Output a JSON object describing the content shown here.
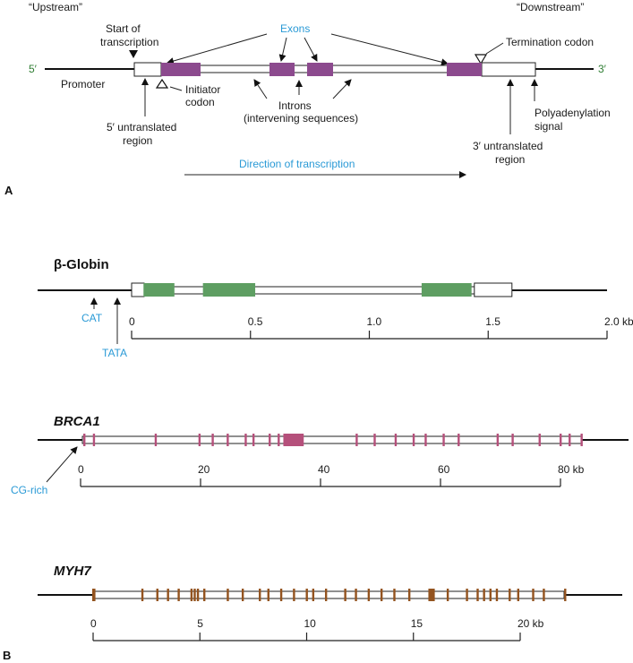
{
  "colors": {
    "exon_purple": "#8c4a8e",
    "globin_green": "#5e9e62",
    "brca1_pink": "#b5507b",
    "myh7_brown": "#93531f",
    "label_blue": "#2a9ad6",
    "end_green": "#2e7d32"
  },
  "panel_a": {
    "upstream": "“Upstream”",
    "downstream": "“Downstream”",
    "start_of_transcription_1": "Start of",
    "start_of_transcription_2": "transcription",
    "exons": "Exons",
    "termination_codon": "Termination codon",
    "five_prime": "5′",
    "three_prime": "3′",
    "promoter": "Promoter",
    "initiator_codon_1": "Initiator",
    "initiator_codon_2": "codon",
    "introns_1": "Introns",
    "introns_2": "(intervening sequences)",
    "utr5_1": "5′ untranslated",
    "utr5_2": "region",
    "polyA_1": "Polyadenylation",
    "polyA_2": "signal",
    "utr3_1": "3′ untranslated",
    "utr3_2": "region",
    "direction": "Direction of transcription",
    "panel_label": "A"
  },
  "panel_b": {
    "panel_label": "B",
    "beta_globin": {
      "title": "β-Globin",
      "cat": "CAT",
      "tata": "TATA",
      "ticks": [
        "0",
        "0.5",
        "1.0",
        "1.5",
        "2.0 kb"
      ],
      "tick_values": [
        0,
        0.5,
        1.0,
        1.5,
        2.0
      ],
      "exons_kb": [
        [
          0.05,
          0.18
        ],
        [
          0.3,
          0.52
        ],
        [
          1.22,
          1.43
        ]
      ],
      "gene_kb": [
        0,
        1.6
      ],
      "unit": "kb"
    },
    "brca1": {
      "title": "BRCA1",
      "cg_rich": "CG-rich",
      "ticks": [
        "0",
        "20",
        "40",
        "60",
        "80 kb"
      ],
      "tick_values": [
        0,
        20,
        40,
        60,
        80
      ],
      "exon_positions_kb": [
        0.6,
        2.2,
        12.5,
        19.8,
        22.0,
        24.5,
        27.5,
        28.8,
        31.5,
        33.0,
        46.0,
        49.0,
        52.5,
        55.5,
        57.5,
        60.5,
        63.0,
        69.5,
        72.0,
        76.5,
        80.0,
        81.5,
        83.5
      ],
      "large_exon_kb": [
        33.8,
        37.2
      ]
    },
    "myh7": {
      "title": "MYH7",
      "ticks": [
        "0",
        "5",
        "10",
        "15",
        "20 kb"
      ],
      "tick_values": [
        0,
        5,
        10,
        15,
        20
      ],
      "exon_positions_kb": [
        0.0,
        0.05,
        2.3,
        3.0,
        3.5,
        4.0,
        4.6,
        4.75,
        4.9,
        5.2,
        6.3,
        7.0,
        7.8,
        8.2,
        8.8,
        9.4,
        10.0,
        10.3,
        10.9,
        11.8,
        12.3,
        12.9,
        13.5,
        14.1,
        14.8,
        15.8,
        16.6,
        17.5,
        18.0,
        18.3,
        18.6,
        18.9,
        19.5,
        19.9,
        20.6,
        21.1,
        22.1
      ],
      "large_exon_kb": [
        15.7,
        16.0
      ]
    }
  }
}
